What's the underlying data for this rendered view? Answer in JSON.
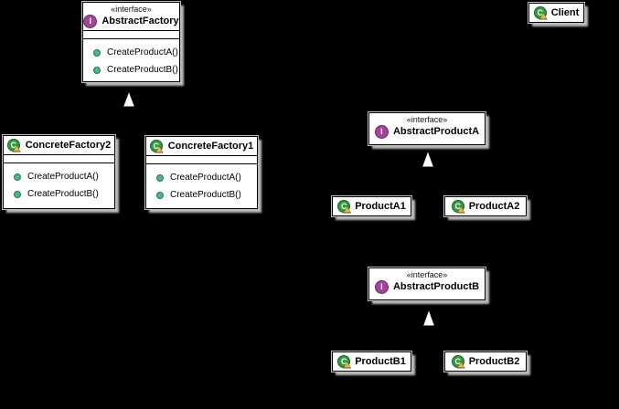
{
  "diagram": {
    "type": "uml-class-diagram",
    "pattern": "Abstract Factory",
    "background_color": "#000000",
    "colors": {
      "node_fill": "#ffffff",
      "node_border": "#000000",
      "node_shadow": "#c3c3c3",
      "interface_icon_fill": "#a5439b",
      "class_icon_fill": "#2f9e3f",
      "class_icon_triangle": "#e2b64f",
      "method_bullet": "#4db884",
      "arrowhead_fill": "#ffffff"
    },
    "icons": {
      "interface_letter": "I",
      "class_letter": "C"
    },
    "nodes": {
      "abstract_factory": {
        "stereotype": "«interface»",
        "name": "AbstractFactory",
        "methods": [
          "CreateProductA()",
          "CreateProductB()"
        ]
      },
      "client": {
        "name": "Client"
      },
      "concrete_factory2": {
        "name": "ConcreteFactory2",
        "methods": [
          "CreateProductA()",
          "CreateProductB()"
        ]
      },
      "concrete_factory1": {
        "name": "ConcreteFactory1",
        "methods": [
          "CreateProductA()",
          "CreateProductB()"
        ]
      },
      "abstract_product_a": {
        "stereotype": "«interface»",
        "name": "AbstractProductA"
      },
      "product_a1": {
        "name": "ProductA1"
      },
      "product_a2": {
        "name": "ProductA2"
      },
      "abstract_product_b": {
        "stereotype": "«interface»",
        "name": "AbstractProductB"
      },
      "product_b1": {
        "name": "ProductB1"
      },
      "product_b2": {
        "name": "ProductB2"
      }
    },
    "relationships": [
      {
        "kind": "generalization",
        "arrowhead": "hollow-triangle",
        "points_to": "AbstractFactory"
      },
      {
        "kind": "generalization",
        "arrowhead": "hollow-triangle",
        "points_to": "AbstractProductA"
      },
      {
        "kind": "generalization",
        "arrowhead": "hollow-triangle",
        "points_to": "AbstractProductB"
      }
    ]
  }
}
